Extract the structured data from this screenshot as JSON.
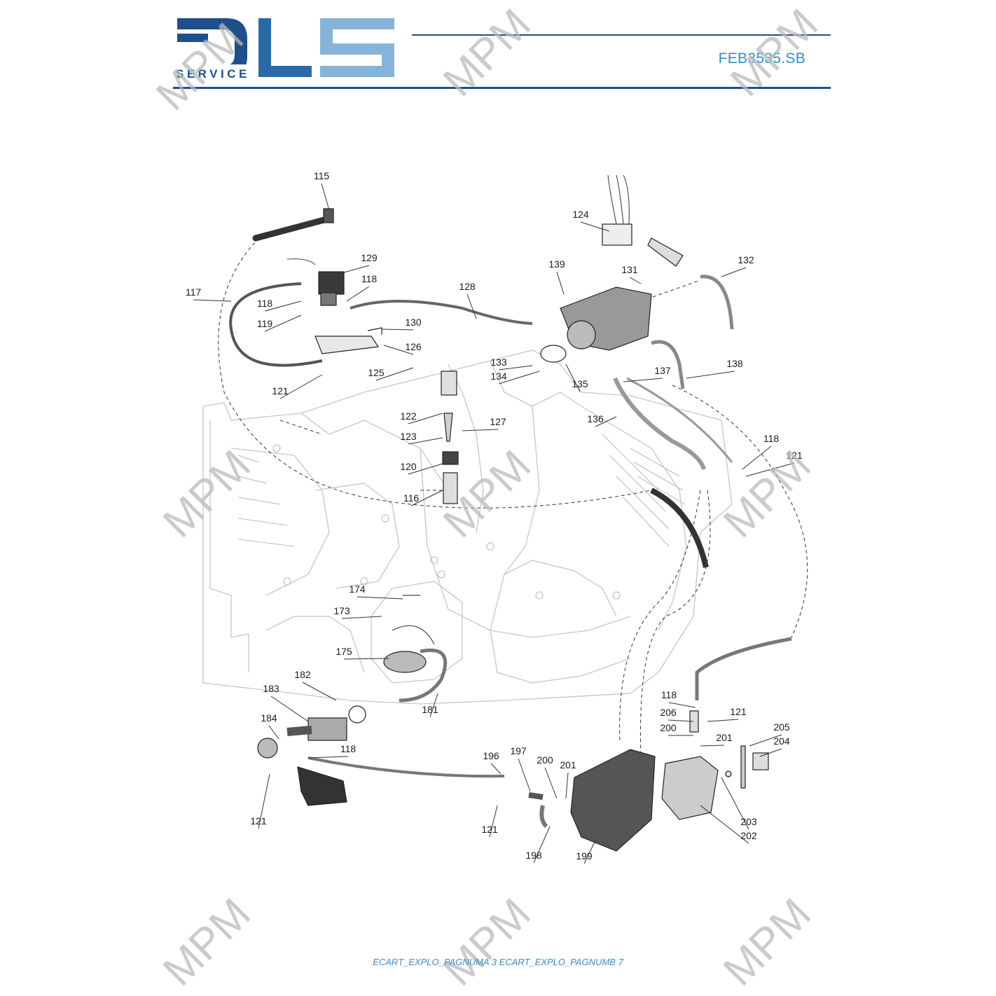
{
  "header": {
    "logo_letters": "DLS",
    "logo_subtext": "SERVICE",
    "model_code": "FEB3535.SB",
    "brand_colors": {
      "dark_blue": "#1f4f8a",
      "light_blue": "#86b3d9",
      "accent": "#2a8fc9"
    }
  },
  "footer": {
    "text": "ECART_EXPLO_PAGNUMA 3 ECART_EXPLO_PAGNUMB 7"
  },
  "watermark": {
    "text": "MPM",
    "count": 9
  },
  "callouts": [
    {
      "id": "c115",
      "label": "115"
    },
    {
      "id": "c124",
      "label": "124"
    },
    {
      "id": "c129",
      "label": "129"
    },
    {
      "id": "c139",
      "label": "139"
    },
    {
      "id": "c131",
      "label": "131"
    },
    {
      "id": "c132",
      "label": "132"
    },
    {
      "id": "c117",
      "label": "117"
    },
    {
      "id": "c118a",
      "label": "118"
    },
    {
      "id": "c118b",
      "label": "118"
    },
    {
      "id": "c128",
      "label": "128"
    },
    {
      "id": "c119",
      "label": "119"
    },
    {
      "id": "c130",
      "label": "130"
    },
    {
      "id": "c126",
      "label": "126"
    },
    {
      "id": "c133",
      "label": "133"
    },
    {
      "id": "c134",
      "label": "134"
    },
    {
      "id": "c135",
      "label": "135"
    },
    {
      "id": "c137",
      "label": "137"
    },
    {
      "id": "c138",
      "label": "138"
    },
    {
      "id": "c125",
      "label": "125"
    },
    {
      "id": "c121a",
      "label": "121"
    },
    {
      "id": "c122",
      "label": "122"
    },
    {
      "id": "c127",
      "label": "127"
    },
    {
      "id": "c136",
      "label": "136"
    },
    {
      "id": "c123",
      "label": "123"
    },
    {
      "id": "c118c",
      "label": "118"
    },
    {
      "id": "c121b",
      "label": "121"
    },
    {
      "id": "c120",
      "label": "120"
    },
    {
      "id": "c116",
      "label": "116"
    },
    {
      "id": "c174",
      "label": "174"
    },
    {
      "id": "c173",
      "label": "173"
    },
    {
      "id": "c175",
      "label": "175"
    },
    {
      "id": "c182",
      "label": "182"
    },
    {
      "id": "c183",
      "label": "183"
    },
    {
      "id": "c181",
      "label": "181"
    },
    {
      "id": "c184",
      "label": "184"
    },
    {
      "id": "c118d",
      "label": "118"
    },
    {
      "id": "c121c",
      "label": "121"
    },
    {
      "id": "c196",
      "label": "196"
    },
    {
      "id": "c197",
      "label": "197"
    },
    {
      "id": "c200a",
      "label": "200"
    },
    {
      "id": "c201a",
      "label": "201"
    },
    {
      "id": "c121d",
      "label": "121"
    },
    {
      "id": "c198",
      "label": "198"
    },
    {
      "id": "c199",
      "label": "199"
    },
    {
      "id": "c118e",
      "label": "118"
    },
    {
      "id": "c206",
      "label": "206"
    },
    {
      "id": "c121e",
      "label": "121"
    },
    {
      "id": "c200b",
      "label": "200"
    },
    {
      "id": "c201b",
      "label": "201"
    },
    {
      "id": "c205",
      "label": "205"
    },
    {
      "id": "c204",
      "label": "204"
    },
    {
      "id": "c203",
      "label": "203"
    },
    {
      "id": "c202",
      "label": "202"
    }
  ]
}
